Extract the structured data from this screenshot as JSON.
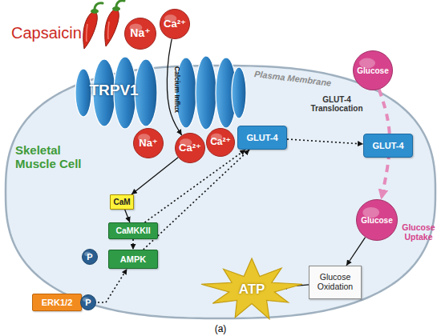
{
  "diagram": {
    "caption": "(a)",
    "nodes": [
      {
        "text": [
          "Na⁺"
        ]
      },
      {
        "text": [
          "Ca²⁺"
        ]
      },
      {
        "text": [
          "TRPV1"
        ]
      },
      {
        "text": [
          "Plasma Membrane",
          "Skeletal Muscle Cell"
        ]
      },
      {
        "text": [
          "Glucose"
        ]
      },
      {
        "text": [
          "GLUT-4"
        ]
      },
      {
        "text": [
          "Na⁺"
        ],
        "in": 3
      },
      {
        "text": [
          "Ca²⁺"
        ],
        "in": 3
      },
      {
        "text": [
          "Ca²⁺"
        ],
        "in": 3
      },
      {
        "text": [
          "CaM"
        ],
        "in": 3
      },
      {
        "text": [
          "GLUT-4"
        ],
        "in": 3
      },
      {
        "text": [
          "CaMKKII"
        ],
        "in": 3
      },
      {
        "text": [
          "P"
        ],
        "in": 3
      },
      {
        "text": [
          "AMPK"
        ],
        "in": 3
      },
      {
        "text": [
          "ERK1/2"
        ],
        "in": 3
      },
      {
        "text": [
          "P"
        ],
        "in": 3
      },
      {
        "text": [
          "Glucose"
        ],
        "in": 3
      },
      {
        "text": [
          "ATP"
        ],
        "in": 3
      },
      {
        "text": [
          "Glucose Oxidation"
        ],
        "in": 3
      }
    ],
    "edges": [
      {
        "from": 1,
        "to": 7,
        "arrow": "to",
        "label": "Calcium Influx"
      },
      {
        "from": 7,
        "to": 9,
        "arrow": "to"
      },
      {
        "from": 9,
        "to": 11,
        "arrow": "to"
      },
      {
        "from": 11,
        "to": 13,
        "arrow": "to"
      },
      {
        "from": 14,
        "to": 13,
        "arrow": "to"
      },
      {
        "from": 11,
        "to": 10,
        "arrow": "to"
      },
      {
        "from": 13,
        "to": 10,
        "arrow": "to"
      },
      {
        "from": 10,
        "to": 5,
        "arrow": "to",
        "label": "GLUT-4 Translocation"
      },
      {
        "from": 4,
        "to": 16,
        "arrow": "to",
        "label": "Glucose Uptake"
      },
      {
        "from": 16,
        "to": 18,
        "arrow": "to"
      },
      {
        "from": 18,
        "to": 17,
        "arrow": "to"
      }
    ],
    "labels": [
      "Capsaicin"
    ]
  }
}
